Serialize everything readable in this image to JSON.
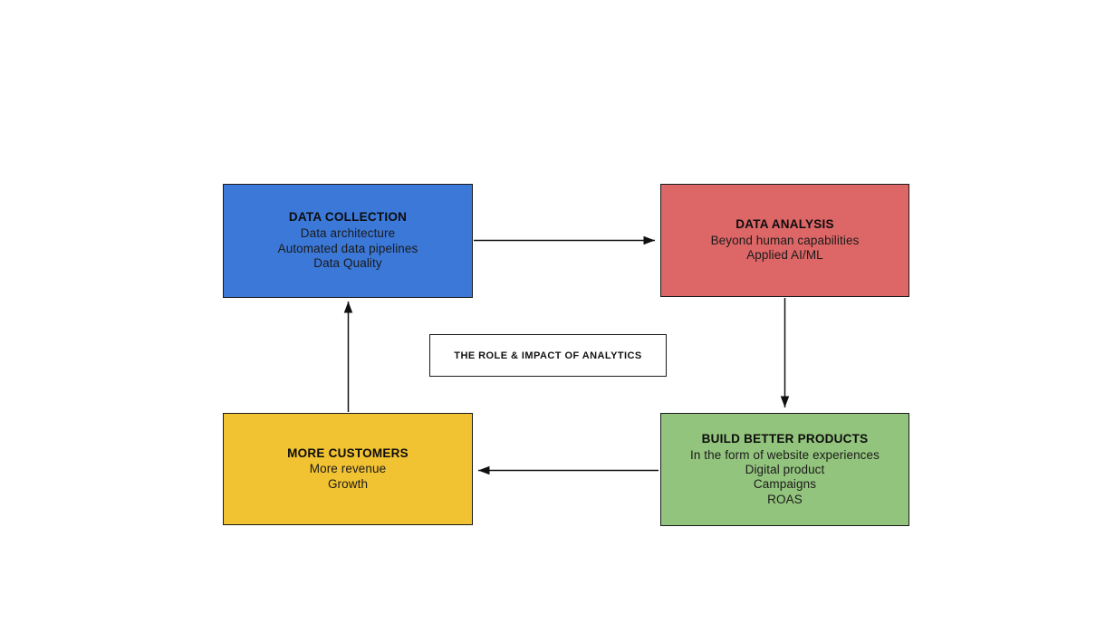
{
  "diagram": {
    "title": "THE ROLE & IMPACT OF ANALYTICS",
    "background_color": "#ffffff",
    "center_label": {
      "text": "THE ROLE & IMPACT OF ANALYTICS",
      "fill": "#ffffff",
      "stroke": "#1a1a1a"
    },
    "nodes": [
      {
        "id": "data-collection",
        "title": "DATA COLLECTION",
        "lines": [
          "Data architecture",
          "Automated data pipelines",
          "Data Quality"
        ],
        "color": "#3b78d8",
        "stroke": "#1a1a1a"
      },
      {
        "id": "data-analysis",
        "title": "DATA ANALYSIS",
        "lines": [
          "Beyond human capabilities",
          "Applied AI/ML"
        ],
        "color": "#dd6666",
        "stroke": "#1a1a1a"
      },
      {
        "id": "build-better-products",
        "title": "BUILD BETTER PRODUCTS",
        "lines": [
          "In the form of website experiences",
          "Digital product",
          "Campaigns",
          "ROAS"
        ],
        "color": "#93c47d",
        "stroke": "#1a1a1a"
      },
      {
        "id": "more-customers",
        "title": "MORE CUSTOMERS",
        "lines": [
          "More revenue",
          "Growth"
        ],
        "color": "#f1c232",
        "stroke": "#1a1a1a"
      }
    ],
    "connectors": [
      {
        "id": "data-collection-to-data-analysis",
        "from": "data-collection",
        "to": "data-analysis",
        "direction": "left-to-right",
        "color": "#101010"
      },
      {
        "id": "data-analysis-to-build-better-products",
        "from": "data-analysis",
        "to": "build-better-products",
        "direction": "top-to-bottom",
        "color": "#101010"
      },
      {
        "id": "build-better-products-to-more-customers",
        "from": "build-better-products",
        "to": "more-customers",
        "direction": "right-to-left",
        "color": "#101010"
      },
      {
        "id": "more-customers-to-data-collection",
        "from": "more-customers",
        "to": "data-collection",
        "direction": "bottom-to-top",
        "color": "#101010"
      }
    ]
  }
}
